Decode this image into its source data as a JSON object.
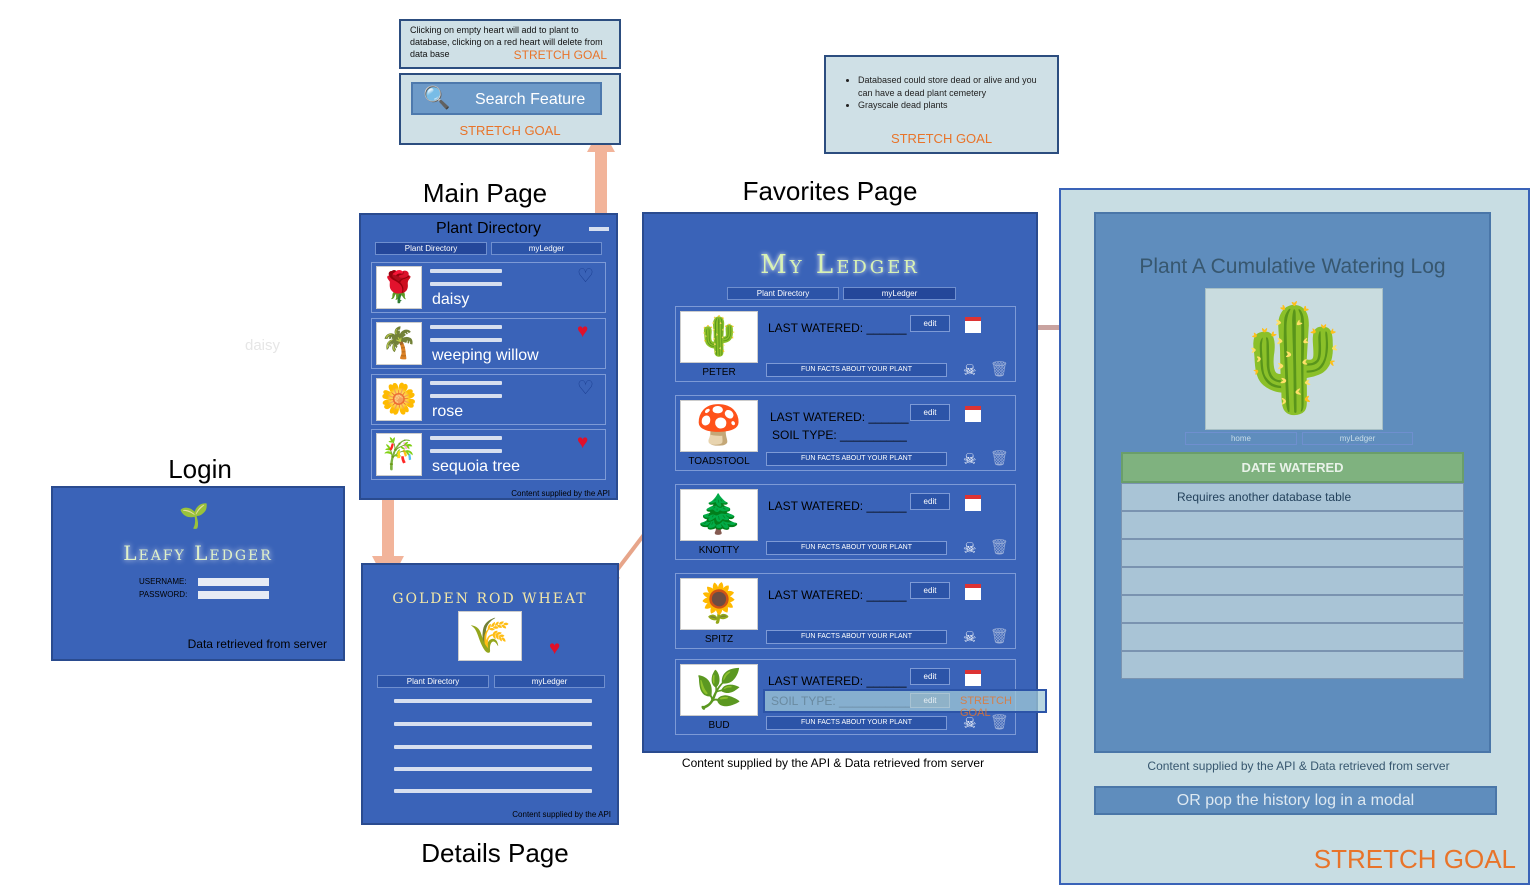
{
  "titles": {
    "main": "Main Page",
    "favorites": "Favorites Page",
    "login": "Login",
    "details": "Details Page"
  },
  "notes": {
    "heart": "Clicking on empty heart will add to plant to database, clicking on a red heart will delete from data base",
    "stretch": "STRETCH GOAL",
    "search": "Search Feature",
    "dead_bullets": [
      "Databased could store dead or alive and you can have a dead plant cemetery",
      "Grayscale dead plants"
    ],
    "ghost_daisy": "daisy"
  },
  "nav": {
    "directory": "Plant Directory",
    "ledger": "myLedger",
    "home": "home"
  },
  "main": {
    "header": "Plant Directory",
    "items": [
      {
        "name": "daisy",
        "icon": "rose-icon",
        "glyph": "🌹",
        "heart": "♡",
        "heart_color": "#1a3d8f"
      },
      {
        "name": "weeping willow",
        "icon": "palm-tree-icon",
        "glyph": "🌴",
        "heart": "♥",
        "heart_color": "#e0102a"
      },
      {
        "name": "rose",
        "icon": "sunflower-icon",
        "glyph": "🌼",
        "heart": "♡",
        "heart_color": "#1a3d8f"
      },
      {
        "name": "sequoia  tree",
        "icon": "bamboo-icon",
        "glyph": "🎋",
        "heart": "♥",
        "heart_color": "#e0102a"
      }
    ],
    "footer": "Content supplied by the API"
  },
  "login": {
    "brand": "Leafy Ledger",
    "username": "USERNAME:",
    "password": "PASSWORD:",
    "footer": "Data retrieved from server"
  },
  "details": {
    "title": "GOLDEN ROD WHEAT",
    "footer": "Content supplied by the API"
  },
  "favorites": {
    "header": "My Ledger",
    "last_watered": "LAST WATERED: ______",
    "soil": "SOIL TYPE: __________",
    "edit": "edit",
    "fun": "FUN FACTS ABOUT YOUR PLANT",
    "plants": [
      {
        "name": "PETER",
        "icon": "cactus-icon",
        "glyph": "🌵",
        "soil": false
      },
      {
        "name": "TOADSTOOL",
        "icon": "mushroom-icon",
        "glyph": "🍄",
        "soil": true
      },
      {
        "name": "KNOTTY",
        "icon": "evergreen-tree-icon",
        "glyph": "🌲",
        "soil": false
      },
      {
        "name": "SPITZ",
        "icon": "sunflower-icon",
        "glyph": "🌻",
        "soil": false
      },
      {
        "name": "BUD",
        "icon": "herb-icon",
        "glyph": "🌿",
        "soil": false
      }
    ],
    "overlay_soil": "SOIL TYPE: ___________",
    "overlay_edit": "edit",
    "footer": "Content supplied by the API & Data retrieved from server"
  },
  "log": {
    "title": "Plant A Cumulative Watering Log",
    "col_header": "DATE WATERED",
    "first_row": "Requires another database table",
    "footer": "Content supplied by the API & Data retrieved from server",
    "modal": "OR pop the history log in a modal",
    "stretch": "STRETCH GOAL"
  },
  "colors": {
    "panel": "#3a63b8",
    "stretch": "#e8742a",
    "arrow": "#f2b49a",
    "log_bg": "#c8dde3"
  }
}
